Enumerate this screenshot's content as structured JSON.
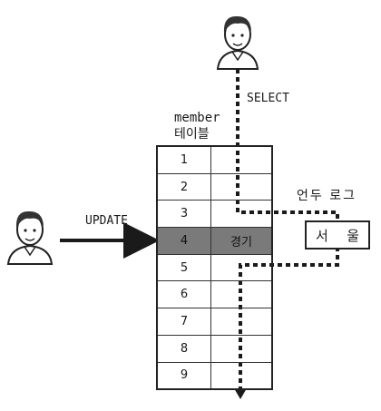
{
  "select_label": "SELECT",
  "update_label": "UPDATE",
  "table_title": [
    "member",
    "테이블"
  ],
  "table_rows": [
    {
      "num": "1",
      "value": ""
    },
    {
      "num": "2",
      "value": ""
    },
    {
      "num": "3",
      "value": ""
    },
    {
      "num": "4",
      "value": "경기",
      "highlight": true
    },
    {
      "num": "5",
      "value": ""
    },
    {
      "num": "6",
      "value": ""
    },
    {
      "num": "7",
      "value": ""
    },
    {
      "num": "8",
      "value": ""
    },
    {
      "num": "9",
      "value": ""
    }
  ],
  "undo_log_label": "언두 로그",
  "undo_box_chars": [
    "서",
    "울"
  ],
  "colors": {
    "highlight_row": "#7a7a7a",
    "line": "#1a1a1a"
  },
  "icons": [
    "reader-avatar-icon",
    "writer-avatar-icon"
  ]
}
